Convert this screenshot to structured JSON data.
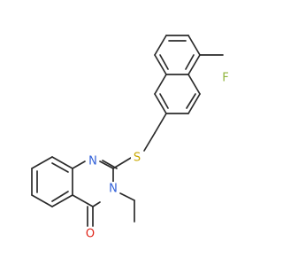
{
  "molecule": {
    "atoms": [
      {
        "id": "F",
        "label": "F",
        "color": "#8fb43a"
      },
      {
        "id": "S",
        "label": "S",
        "color": "#c9a800"
      },
      {
        "id": "N1",
        "label": "N",
        "color": "#2f5fd8"
      },
      {
        "id": "N3",
        "label": "N",
        "color": "#2f5fd8"
      },
      {
        "id": "O",
        "label": "O",
        "color": "#e0261a"
      }
    ],
    "substituents": {
      "methyl": "CH3"
    },
    "bond_color": "#2b2b2b",
    "background": "#ffffff"
  }
}
